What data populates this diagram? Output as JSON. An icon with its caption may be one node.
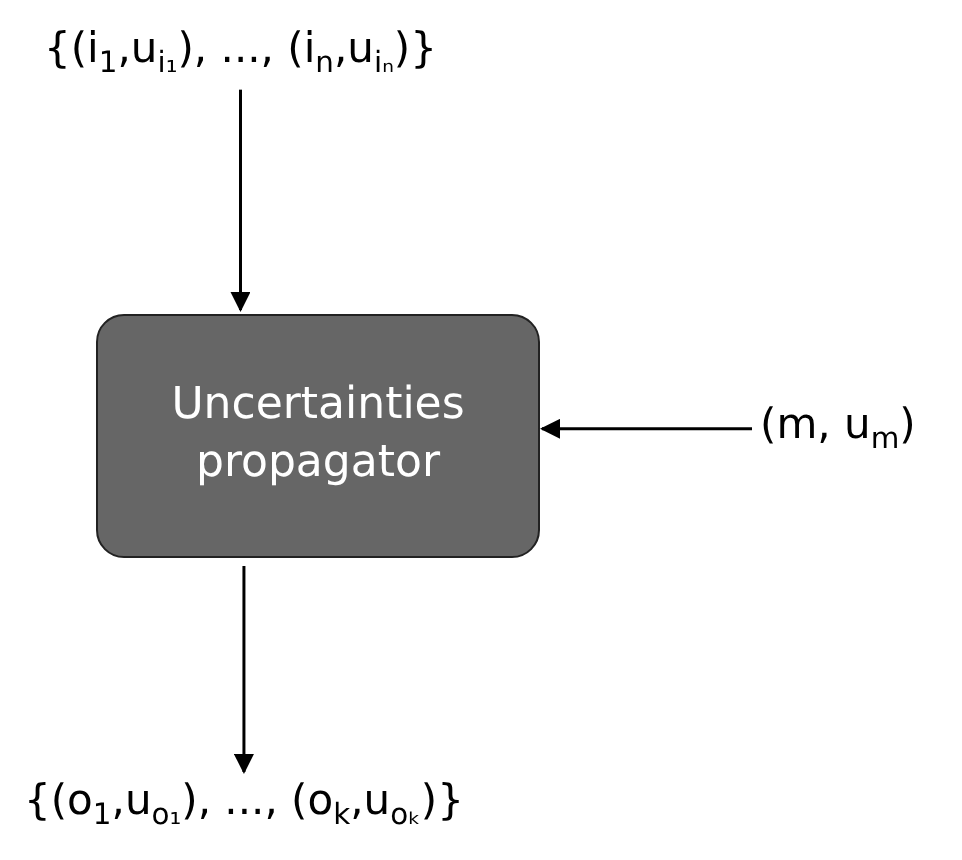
{
  "diagram": {
    "nodes": [
      {
        "text": [
          "{(i$_{1}$,u$_{i₁}$), ..., (i$_{n}$,u$_{iₙ}$)}"
        ]
      },
      {
        "text": [
          "Uncertainties propagator"
        ]
      },
      {
        "text": [
          "(m, u$_{m}$)"
        ]
      },
      {
        "text": [
          "{(o$_{1}$,u$_{o₁}$), ..., (o$_{k}$,u$_{oₖ}$)}"
        ]
      }
    ],
    "edges": [
      {
        "from": 0,
        "to": 1,
        "arrow": "to"
      },
      {
        "from": 2,
        "to": 1,
        "arrow": "to"
      },
      {
        "from": 1,
        "to": 3,
        "arrow": "to"
      }
    ]
  }
}
